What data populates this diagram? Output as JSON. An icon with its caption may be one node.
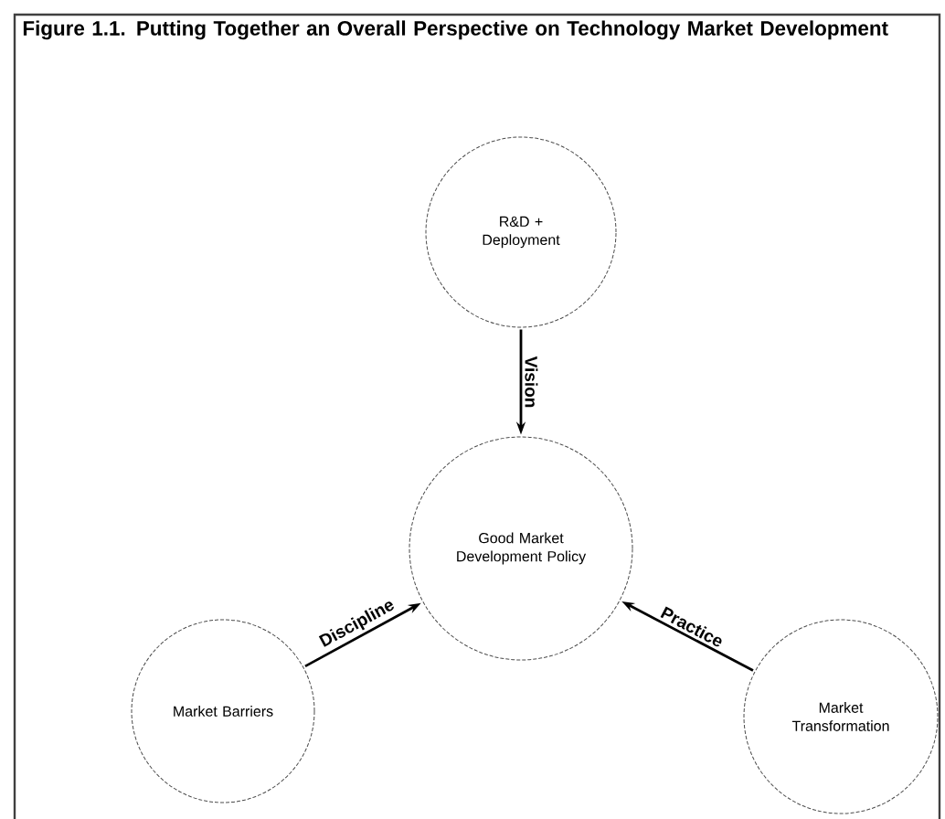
{
  "diagram": {
    "title": "Figure 1.1. Putting Together an Overall Perspective on Technology Market Development",
    "nodes": [
      {
        "text": [
          "R&D + Deployment"
        ]
      },
      {
        "text": [
          "Good Market Development Policy"
        ]
      },
      {
        "text": [
          "Market Barriers"
        ]
      },
      {
        "text": [
          "Market Transformation"
        ]
      }
    ],
    "edges": [
      {
        "from": 0,
        "to": 1,
        "arrow": "to",
        "label": "Vision"
      },
      {
        "from": 2,
        "to": 1,
        "arrow": "to",
        "label": "Discipline"
      },
      {
        "from": 3,
        "to": 1,
        "arrow": "to",
        "label": "Practice"
      }
    ]
  }
}
